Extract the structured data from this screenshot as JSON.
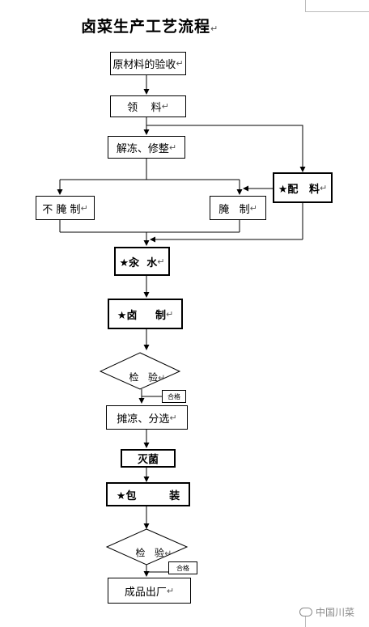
{
  "title": "卤菜生产工艺流程",
  "return_mark": "↵",
  "nodes": {
    "raw_inspect": "原材料的验收",
    "receive": "领    料",
    "thaw": "解冻、修整",
    "batching": "★配   料",
    "no_marinate": "不 腌 制",
    "marinate": "腌   制",
    "blanch": "★汆  水",
    "braise": "★卤     制",
    "inspect1": "检   验",
    "pass1": "合格",
    "cool_sort": "摊凉、分选",
    "sterilize": "灭菌",
    "package": "★包         装",
    "inspect2": "检   验",
    "pass2": "合格",
    "ship": "成品出厂"
  },
  "watermark": "中国川菜"
}
